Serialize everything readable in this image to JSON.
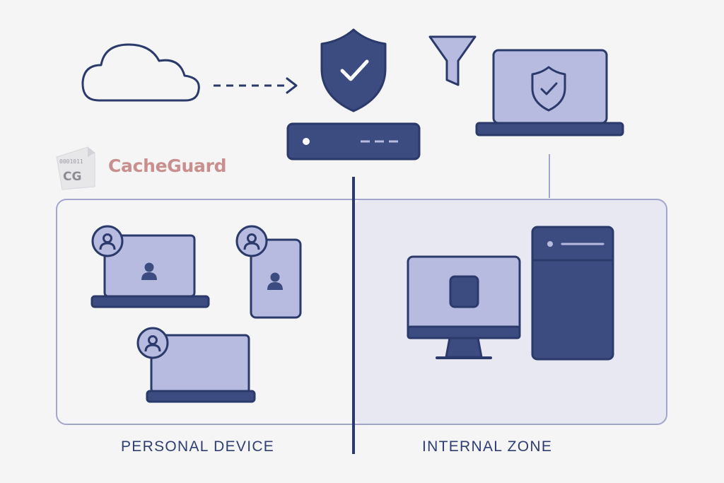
{
  "logo": {
    "bits": "0001011",
    "mark": "CG",
    "name": "CacheGuard"
  },
  "zones": {
    "left_label": "PERSONAL DEVICE",
    "right_label": "INTERNAL ZONE"
  },
  "colors": {
    "navy": "#3c4b80",
    "outline": "#2b3a6b",
    "lavender": "#b7bbdf",
    "zone_fill": "#e8e8f3",
    "zone_border": "#a2a6cd",
    "logo_accent": "#c98f8e"
  },
  "icons": [
    "cloud-icon",
    "arrow-right-icon",
    "shield-check-icon",
    "server-icon",
    "filter-icon",
    "laptop-icon",
    "user-icon",
    "phone-icon",
    "monitor-icon",
    "tower-pc-icon"
  ]
}
